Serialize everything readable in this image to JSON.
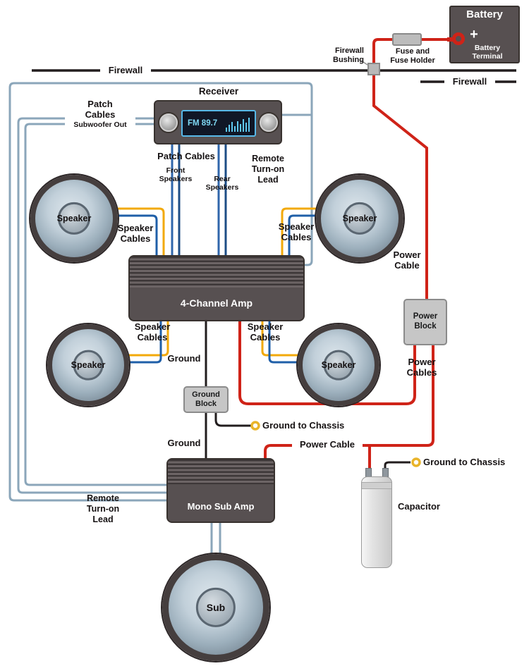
{
  "colors": {
    "power_cable": "#cf2318",
    "ground_cable": "#221d1e",
    "patch_cable": "#8ba6ba",
    "speaker_wire_yellow": "#f2a90a",
    "speaker_wire_blue": "#1f5fa8",
    "component_dark": "#575051",
    "block_gray": "#c6c6c6",
    "terminal_yellow": "#e9b42a",
    "display_blue": "#7fd9f5"
  },
  "battery": {
    "title": "Battery",
    "plus": "+",
    "terminal_line1": "Battery",
    "terminal_line2": "Terminal"
  },
  "fuse": {
    "line1": "Fuse and",
    "line2": "Fuse Holder"
  },
  "firewall": {
    "left": "Firewall",
    "right": "Firewall",
    "bushing_line1": "Firewall",
    "bushing_line2": "Bushing"
  },
  "receiver": {
    "title": "Receiver",
    "display": "FM 89.7"
  },
  "patch_left": {
    "line1": "Patch",
    "line2": "Cables",
    "line3": "Subwoofer Out"
  },
  "patch_bottom": {
    "title": "Patch Cables",
    "front_line1": "Front",
    "front_line2": "Speakers",
    "rear_line1": "Rear",
    "rear_line2": "Speakers"
  },
  "remote_right": {
    "line1": "Remote",
    "line2": "Turn-on",
    "line3": "Lead"
  },
  "remote_left": {
    "line1": "Remote",
    "line2": "Turn-on",
    "line3": "Lead"
  },
  "speakers": [
    {
      "position": "front-left",
      "label": "Speaker"
    },
    {
      "position": "front-right",
      "label": "Speaker"
    },
    {
      "position": "rear-left",
      "label": "Speaker"
    },
    {
      "position": "rear-right",
      "label": "Speaker"
    }
  ],
  "speaker_cables": {
    "line1": "Speaker",
    "line2": "Cables"
  },
  "amp_4channel": {
    "label": "4-Channel Amp"
  },
  "power": {
    "cable_line1": "Power",
    "cable_line2": "Cable",
    "block_line1": "Power",
    "block_line2": "Block",
    "cables_line1": "Power",
    "cables_line2": "Cables",
    "cable_single": "Power Cable"
  },
  "ground": {
    "top": "Ground",
    "block_line1": "Ground",
    "block_line2": "Block",
    "bottom": "Ground",
    "to_chassis_amp": "Ground to Chassis",
    "to_chassis_cap": "Ground to Chassis"
  },
  "amp_mono": {
    "label": "Mono Sub Amp"
  },
  "capacitor": {
    "label": "Capacitor"
  },
  "subwoofer": {
    "label": "Sub"
  }
}
